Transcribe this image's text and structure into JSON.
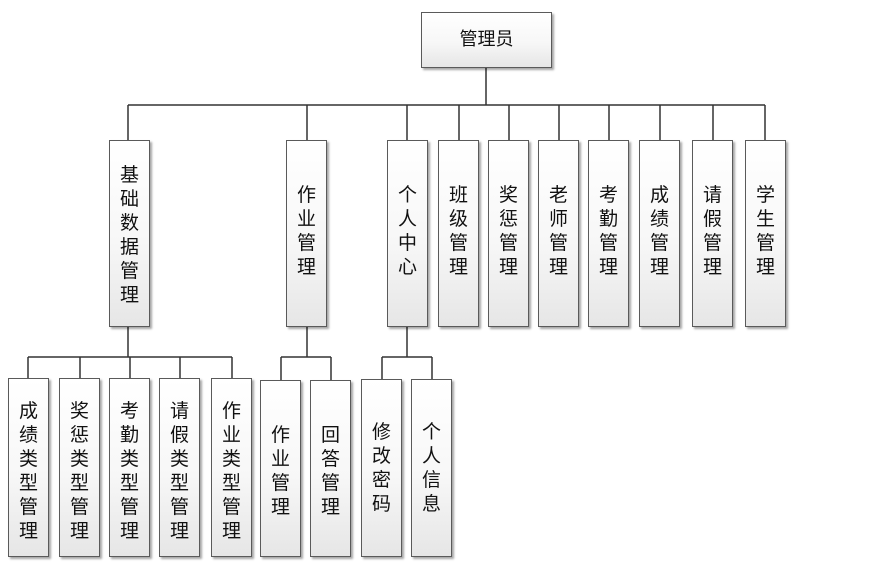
{
  "diagram": {
    "root": "管理员",
    "level1": [
      "基础数据管理",
      "作业管理",
      "个人中心",
      "班级管理",
      "奖惩管理",
      "老师管理",
      "考勤管理",
      "成绩管理",
      "请假管理",
      "学生管理"
    ],
    "basic_data_children": [
      "成绩类型管理",
      "奖惩类型管理",
      "考勤类型管理",
      "请假类型管理",
      "作业类型管理"
    ],
    "homework_children": [
      "作业管理",
      "回答管理"
    ],
    "personal_center_children": [
      "修改密码",
      "个人信息"
    ]
  }
}
